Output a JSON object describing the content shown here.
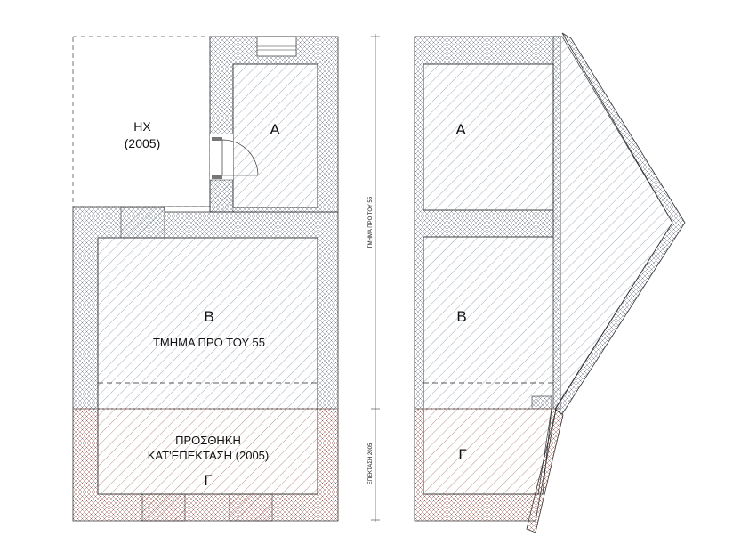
{
  "left_plan": {
    "hx_label": "ΗΧ",
    "hx_year": "(2005)",
    "room_a": "Α",
    "room_b": "Β",
    "room_b_note": "ΤΜΗΜΑ ΠΡΟ ΤΟΥ 55",
    "room_g_title": "ΠΡΟΣΘΗΚΗ",
    "room_g_subtitle": "ΚΑΤ'ΕΠΕΚΤΑΣΗ (2005)",
    "room_g": "Γ"
  },
  "dimension_line": {
    "upper_label": "ΤΜΗΜΑ ΠΡΟ ΤΟΥ 55",
    "lower_label": "ΕΠΕΚΤΑΣΗ 2005"
  },
  "right_plan": {
    "room_a": "Α",
    "room_b": "Β",
    "room_g": "Γ"
  },
  "colors": {
    "line": "#333333",
    "hatch_blue": "#8a97aa",
    "hatch_red": "#a87a72",
    "addition_tint": "#f4e6e3",
    "old_tint": "#eef0f4"
  }
}
